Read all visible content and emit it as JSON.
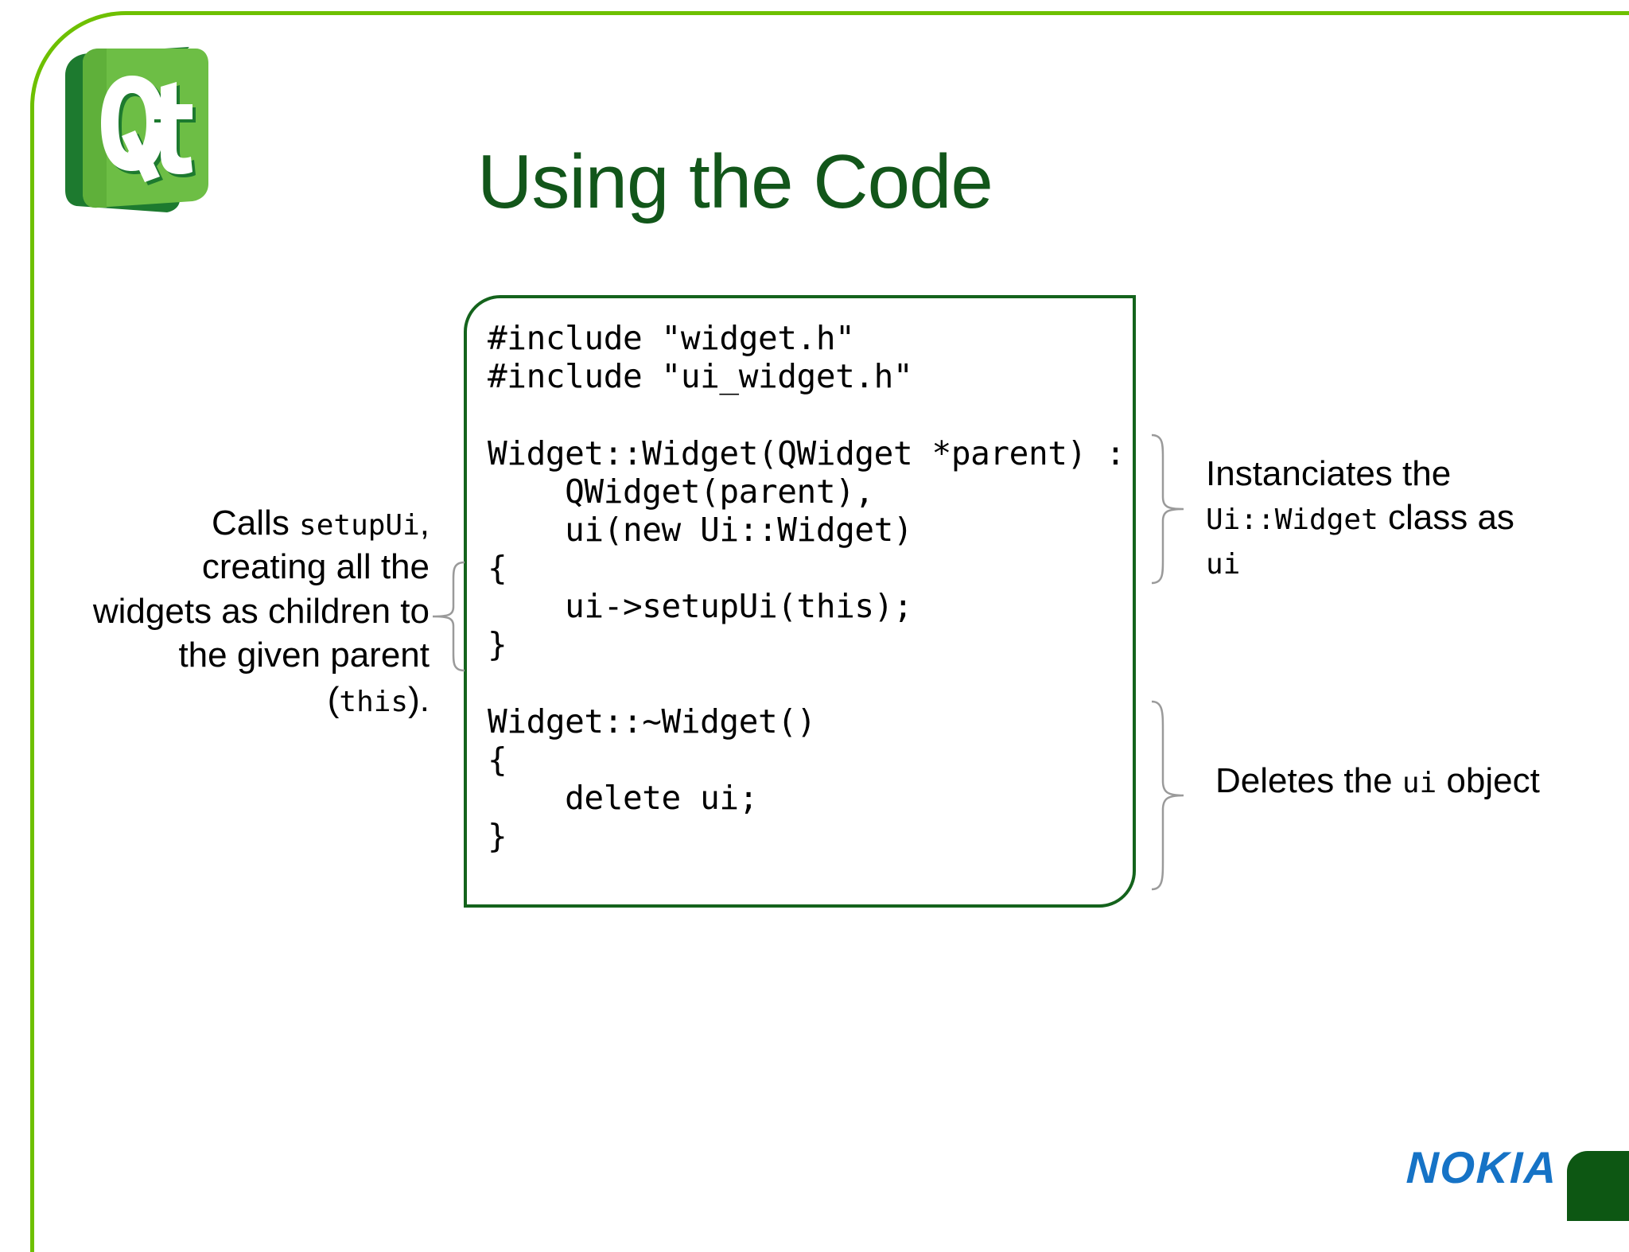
{
  "slide": {
    "title": "Using the Code",
    "brand_logo": "qt-logo",
    "vendor_logo": "NOKIA",
    "colors": {
      "frame_green": "#6ec000",
      "title_green": "#12561a",
      "code_border_green": "#14631c",
      "qt_green_light": "#6dbe45",
      "qt_green_dark": "#1d7a2f",
      "nokia_blue": "#1673c6",
      "corner_block_green": "#0d5713"
    }
  },
  "code_panel": {
    "language": "cpp",
    "lines": [
      "#include \"widget.h\"",
      "#include \"ui_widget.h\"",
      "",
      "Widget::Widget(QWidget *parent) :",
      "    QWidget(parent),",
      "    ui(new Ui::Widget)",
      "{",
      "    ui->setupUi(this);",
      "}",
      "",
      "Widget::~Widget()",
      "{",
      "    delete ui;",
      "}"
    ],
    "text": "#include \"widget.h\"\n#include \"ui_widget.h\"\n\nWidget::Widget(QWidget *parent) :\n    QWidget(parent),\n    ui(new Ui::Widget)\n{\n    ui->setupUi(this);\n}\n\nWidget::~Widget()\n{\n    delete ui;\n}"
  },
  "annotations": {
    "left": {
      "name": "calls-setupui-annotation",
      "segments": [
        {
          "text": "Calls ",
          "style": "sans"
        },
        {
          "text": "setupUi",
          "style": "mono"
        },
        {
          "text": ", creating all the widgets as children to the given parent (",
          "style": "sans"
        },
        {
          "text": "this",
          "style": "mono"
        },
        {
          "text": ").",
          "style": "sans"
        }
      ],
      "plain": "Calls setupUi, creating all the widgets as children to the given parent (this)."
    },
    "right_top": {
      "name": "instanciates-ui-widget-annotation",
      "segments": [
        {
          "text": "Instanciates the ",
          "style": "sans"
        },
        {
          "text": "Ui::Widget",
          "style": "mono"
        },
        {
          "text": " class as ",
          "style": "sans"
        },
        {
          "text": "ui",
          "style": "mono"
        }
      ],
      "plain": "Instanciates the Ui::Widget class as ui"
    },
    "right_bottom": {
      "name": "deletes-ui-object-annotation",
      "segments": [
        {
          "text": "Deletes the ",
          "style": "sans"
        },
        {
          "text": "ui",
          "style": "mono"
        },
        {
          "text": " object",
          "style": "sans"
        }
      ],
      "plain": "Deletes the ui object"
    }
  }
}
